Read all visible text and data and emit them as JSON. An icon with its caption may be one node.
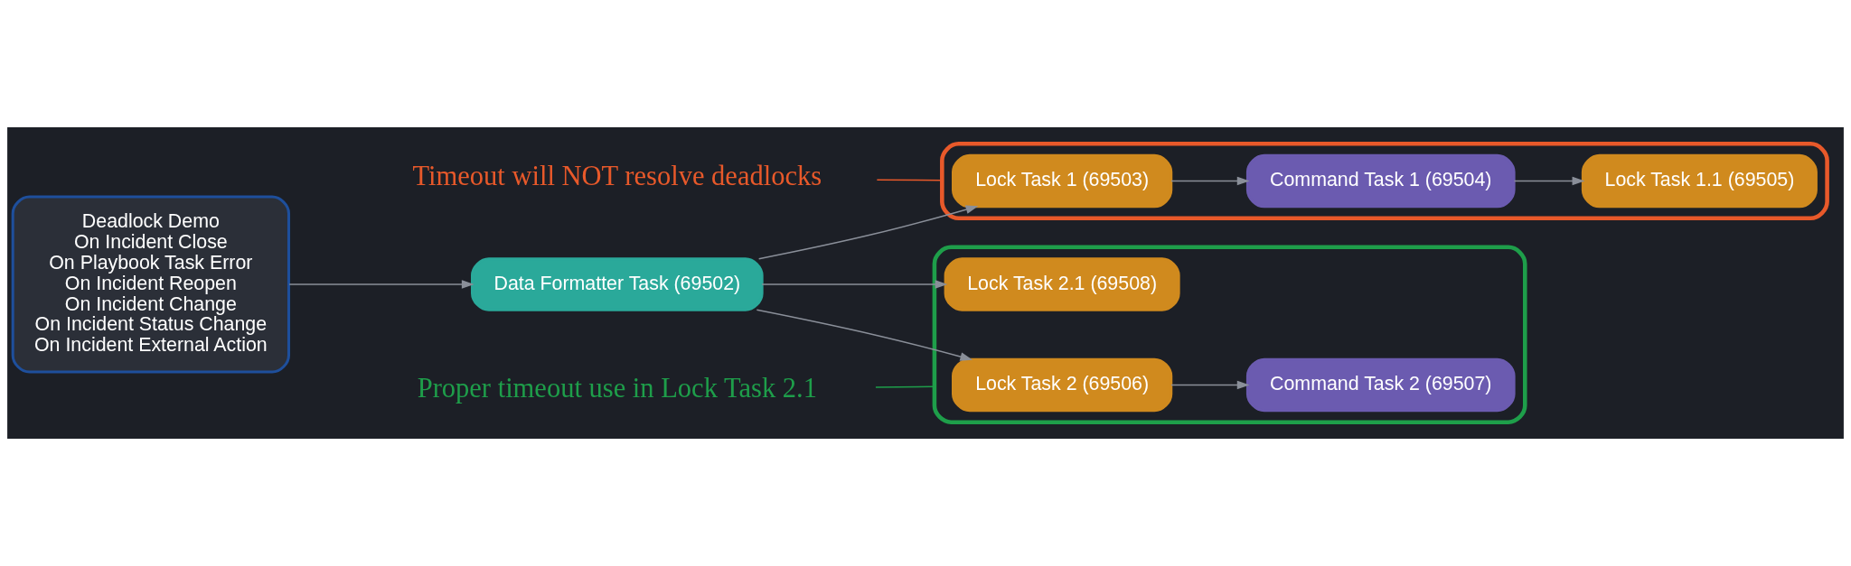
{
  "diagram": {
    "nodes": [
      {
        "text": [
          "Deadlock Demo",
          "On Incident Close",
          "On Playbook Task Error",
          "On Incident Reopen",
          "On Incident Change",
          "On Incident Status Change",
          "On Incident External Action"
        ]
      },
      {
        "text": [
          "Data Formatter Task (69502)"
        ]
      },
      {
        "text": [
          "Timeout will NOT resolve deadlocks"
        ]
      },
      {
        "text": [],
        "shape": "box"
      },
      {
        "text": [
          "Lock Task 1 (69503)"
        ],
        "in": 3
      },
      {
        "text": [
          "Command Task 1 (69504)"
        ],
        "in": 3
      },
      {
        "text": [
          "Lock Task 1.1 (69505)"
        ],
        "in": 3
      },
      {
        "text": [],
        "shape": "box"
      },
      {
        "text": [
          "Lock Task 2 (69506)"
        ],
        "in": 7
      },
      {
        "text": [
          "Command Task 2 (69507)"
        ],
        "in": 7
      },
      {
        "text": [
          "Lock Task 2.1 (69508)"
        ],
        "in": 7
      },
      {
        "text": [
          "Proper timeout use in Lock Task 2.1"
        ]
      }
    ],
    "edges": [
      {
        "from": 0,
        "to": 1,
        "arrow": "to"
      },
      {
        "from": 1,
        "to": 4,
        "arrow": "to"
      },
      {
        "from": 1,
        "to": 8,
        "arrow": "to"
      },
      {
        "from": 1,
        "to": 10,
        "arrow": "to"
      },
      {
        "from": 4,
        "to": 5,
        "arrow": "to"
      },
      {
        "from": 5,
        "to": 6,
        "arrow": "to"
      },
      {
        "from": 8,
        "to": 9,
        "arrow": "to"
      },
      {
        "from": 2,
        "to": 3,
        "arrow": "none",
        "color": "#e8592a"
      },
      {
        "from": 11,
        "to": 7,
        "arrow": "none",
        "color": "#1e9e4a"
      }
    ]
  }
}
